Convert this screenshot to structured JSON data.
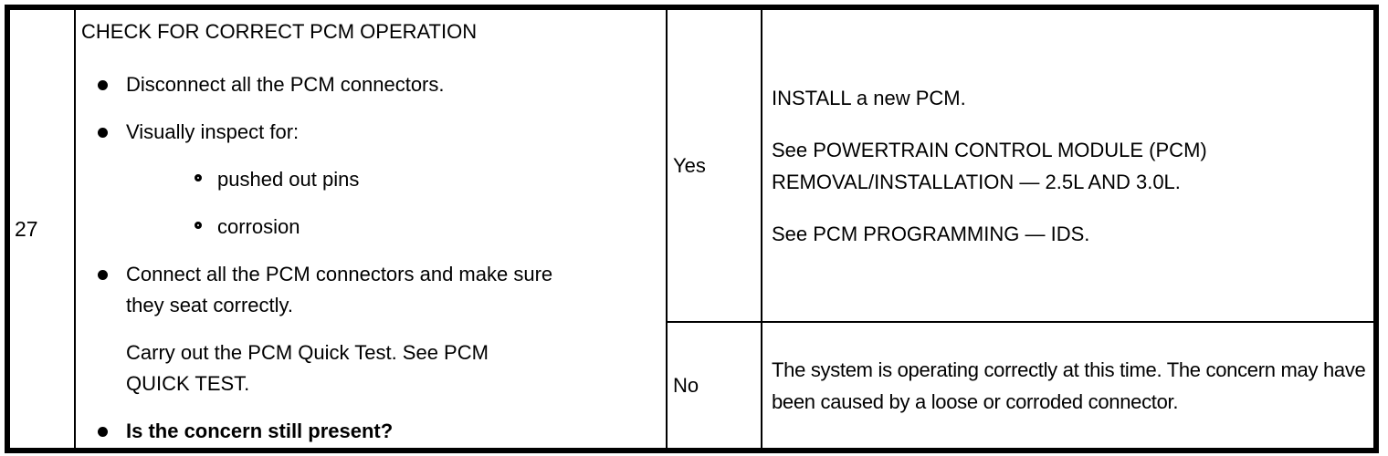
{
  "row": {
    "step_number": "27",
    "action": {
      "title": "CHECK FOR CORRECT PCM OPERATION",
      "bullet_disconnect": "Disconnect all the PCM connectors.",
      "bullet_inspect": "Visually inspect for:",
      "sub_bullet_pins": "pushed out pins",
      "sub_bullet_corrosion": "corrosion",
      "bullet_connect": "Connect all the PCM connectors and make sure they seat correctly.",
      "paragraph_quick_test": "Carry out the PCM Quick Test. See PCM QUICK TEST.",
      "bullet_question": "Is the concern still present?"
    },
    "outcomes": {
      "yes": {
        "label": "Yes",
        "result_line_1": "INSTALL a new PCM.",
        "result_line_2": "See POWERTRAIN CONTROL MODULE (PCM) REMOVAL/INSTALLATION — 2.5L AND 3.0L.",
        "result_line_3": "See PCM PROGRAMMING — IDS."
      },
      "no": {
        "label": "No",
        "result": "The system is operating correctly at this time. The concern may have been caused by a loose or corroded connector."
      }
    }
  }
}
